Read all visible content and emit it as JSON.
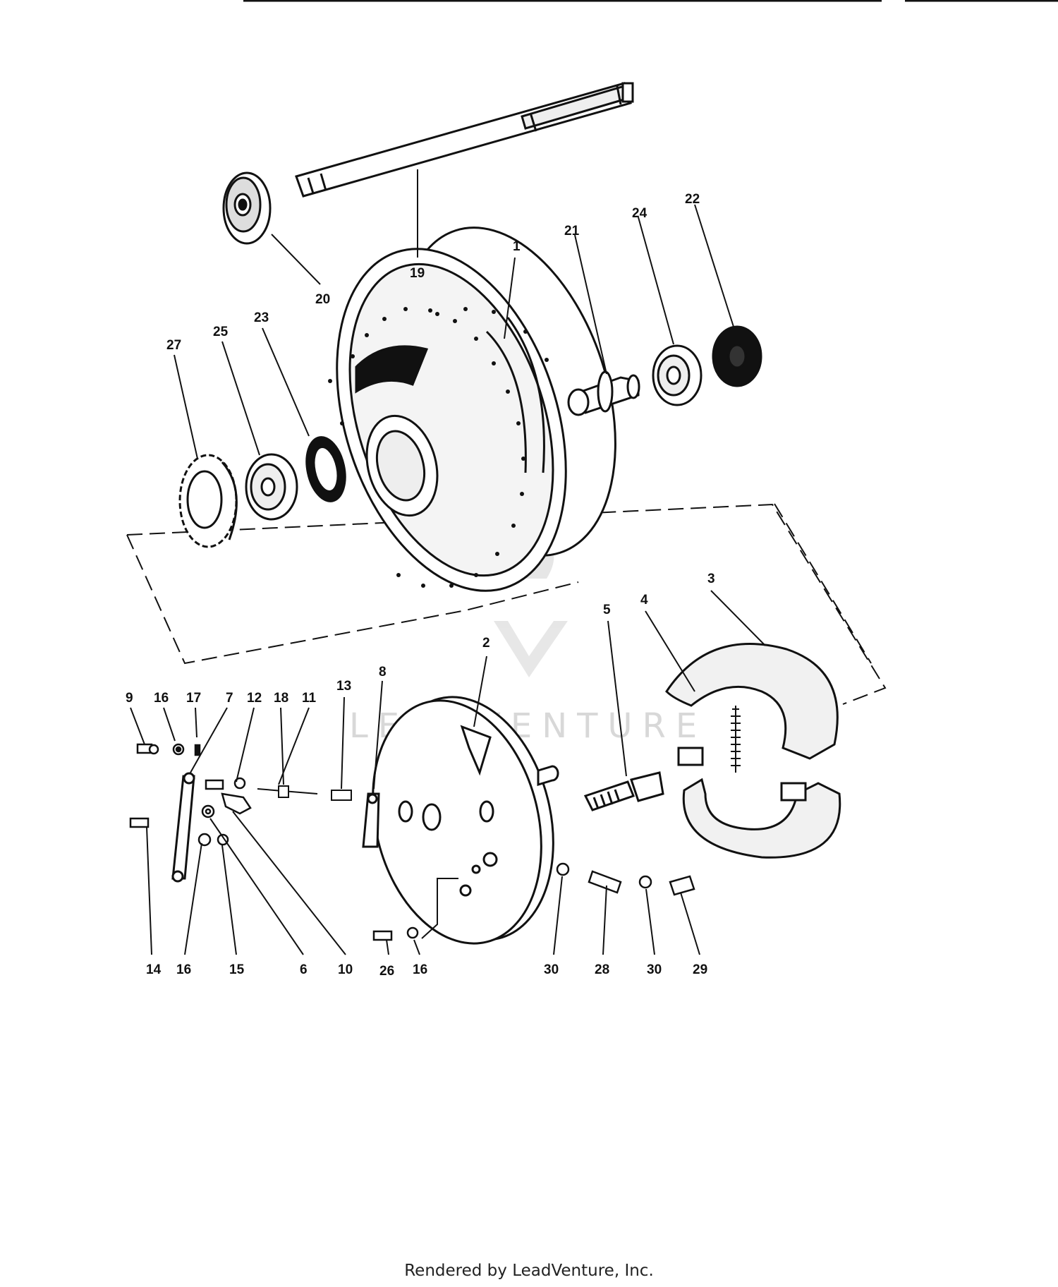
{
  "watermark": {
    "text": "LEADVENTURE"
  },
  "footer": {
    "text": "Rendered by LeadVenture, Inc."
  },
  "callouts": {
    "p1": "1",
    "p2": "2",
    "p3": "3",
    "p4": "4",
    "p5": "5",
    "p6": "6",
    "p7": "7",
    "p8": "8",
    "p9": "9",
    "p10": "10",
    "p11": "11",
    "p12": "12",
    "p13": "13",
    "p14": "14",
    "p15": "15",
    "p16a": "16",
    "p16b": "16",
    "p16c": "16",
    "p17": "17",
    "p18": "18",
    "p19": "19",
    "p20": "20",
    "p21": "21",
    "p22": "22",
    "p23": "23",
    "p24": "24",
    "p25": "25",
    "p26": "26",
    "p27": "27",
    "p28": "28",
    "p29": "29",
    "p30a": "30",
    "p30b": "30"
  }
}
